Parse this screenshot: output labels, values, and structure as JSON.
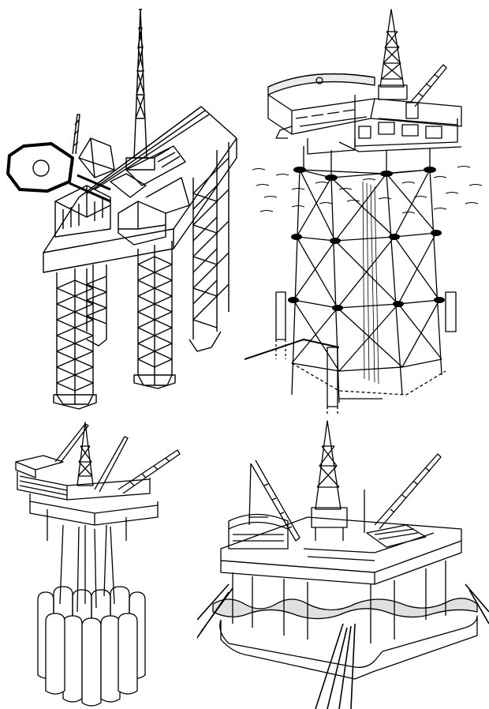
{
  "illustrations": [
    {
      "id": "jackup-rig",
      "label": "",
      "line_color": "#000000"
    },
    {
      "id": "jacket-platform",
      "label": "",
      "line_color": "#000000"
    },
    {
      "id": "gravity-based-structure",
      "label": "",
      "line_color": "#000000"
    },
    {
      "id": "semi-submersible-rig",
      "label": "",
      "line_color": "#000000"
    }
  ],
  "background_color": "#ffffff"
}
